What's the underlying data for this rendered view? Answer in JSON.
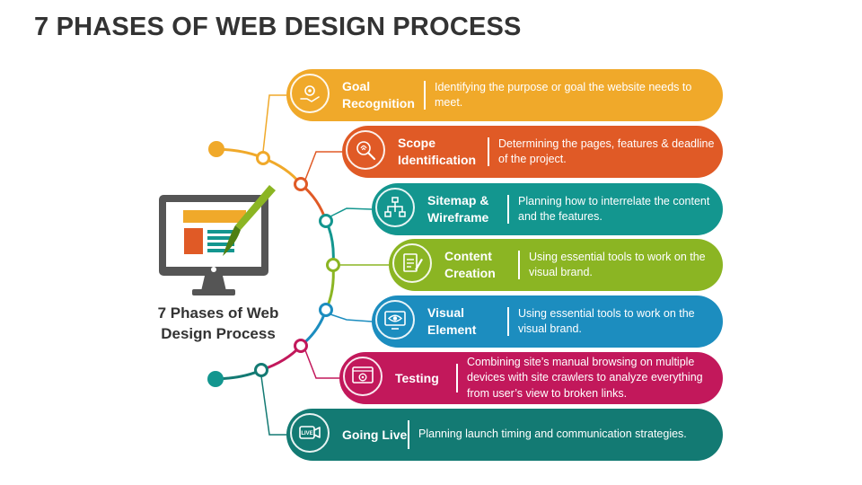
{
  "title": "7 PHASES OF WEB DESIGN PROCESS",
  "center_label": "7 Phases of Web Design Process",
  "phases": [
    {
      "title": "Goal Recognition",
      "desc": "Identifying the purpose or goal the website needs to meet.",
      "color": "#F0A92A",
      "icon": "gear-hand-icon"
    },
    {
      "title": "Scope Identification",
      "desc": "Determining the pages, features & deadline of the project.",
      "color": "#E05A26",
      "icon": "fingerprint-magnifier-icon"
    },
    {
      "title": "Sitemap & Wireframe",
      "desc": "Planning how to interrelate the content and the features.",
      "color": "#13968F",
      "icon": "sitemap-icon"
    },
    {
      "title": "Content Creation",
      "desc": "Using essential tools to work on the visual brand.",
      "color": "#8BB523",
      "icon": "content-doc-icon"
    },
    {
      "title": "Visual Element",
      "desc": "Using essential tools to work on the visual brand.",
      "color": "#1C8DBF",
      "icon": "eye-monitor-icon"
    },
    {
      "title": "Testing",
      "desc": "Combining site’s manual browsing on multiple devices with site crawlers to analyze everything from user’s view to broken links.",
      "color": "#C2185B",
      "icon": "testing-icon"
    },
    {
      "title": "Going Live",
      "desc": "Planning launch timing and communication strategies.",
      "color": "#137A73",
      "icon": "live-icon"
    }
  ]
}
